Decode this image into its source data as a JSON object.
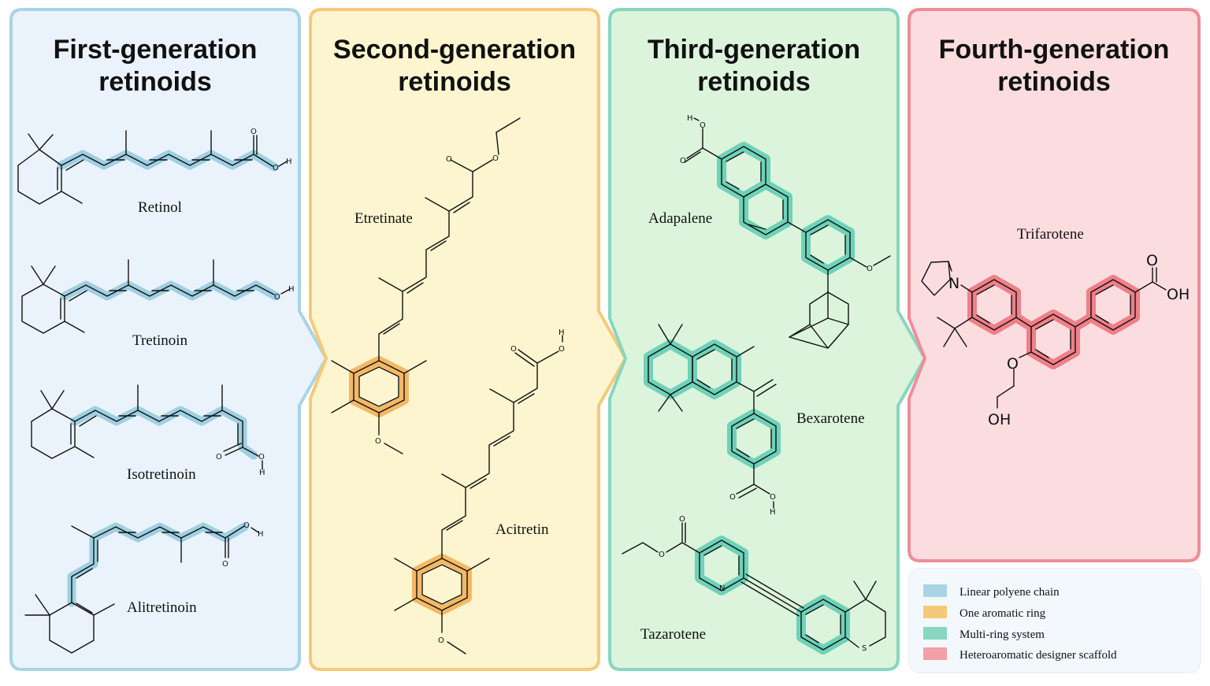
{
  "colors": {
    "gen1_bg": "#eaf3fc",
    "gen1_border": "#a9d4e6",
    "gen1_hl": "#9fd0e2",
    "gen2_bg": "#fdf5cf",
    "gen2_border": "#f6c97a",
    "gen2_hl": "#f4b865",
    "gen3_bg": "#dcf3dc",
    "gen3_border": "#86d7bd",
    "gen3_hl": "#6ed2b8",
    "gen4_bg": "#fbdde0",
    "gen4_border": "#f08d97",
    "gen4_hl": "#f07f88"
  },
  "panels": [
    {
      "id": "gen1",
      "title_line1": "First-generation",
      "title_line2": "retinoids",
      "compounds": [
        "Retinol",
        "Tretinoin",
        "Isotretinoin",
        "Alitretinoin"
      ]
    },
    {
      "id": "gen2",
      "title_line1": "Second-generation",
      "title_line2": "retinoids",
      "compounds": [
        "Etretinate",
        "Acitretin"
      ]
    },
    {
      "id": "gen3",
      "title_line1": "Third-generation",
      "title_line2": "retinoids",
      "compounds": [
        "Adapalene",
        "Bexarotene",
        "Tazarotene"
      ]
    },
    {
      "id": "gen4",
      "title_line1": "Fourth-generation",
      "title_line2": "retinoids",
      "compounds": [
        "Trifarotene"
      ]
    }
  ],
  "atoms": {
    "O": "O",
    "H": "H",
    "N": "N",
    "S": "S",
    "OH": "OH"
  },
  "legend": [
    {
      "label": "Linear polyene chain",
      "color": "#a9d4e6"
    },
    {
      "label": "One aromatic ring",
      "color": "#f6c97a"
    },
    {
      "label": "Multi-ring system",
      "color": "#86d7bd"
    },
    {
      "label": "Heteroaromatic designer scaffold",
      "color": "#f3a0a6"
    }
  ]
}
